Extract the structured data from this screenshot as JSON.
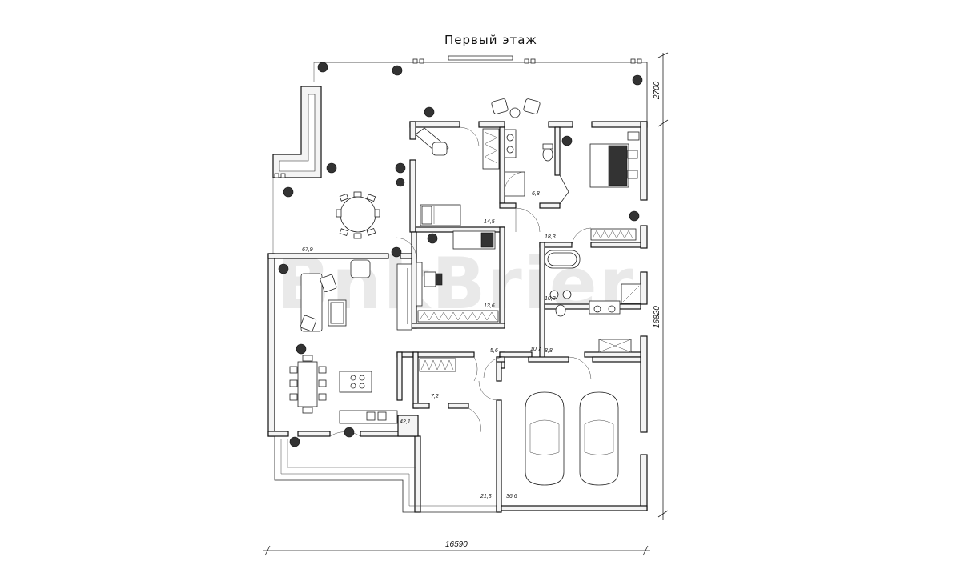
{
  "plan": {
    "title": "Первый этаж",
    "watermark": "BnkBrier",
    "dimensions": {
      "width": "16590",
      "height_main": "16820",
      "height_terrace": "2700"
    },
    "room_areas": [
      "67,9",
      "14,5",
      "6,8",
      "18,3",
      "13,6",
      "10,3",
      "5,6",
      "10,7",
      "8,8",
      "7,2",
      "42,1",
      "21,3",
      "36,6"
    ],
    "colors": {
      "lines": "#111111",
      "walls": "#f4f4f4",
      "watermark": "#e9e9e9"
    }
  }
}
